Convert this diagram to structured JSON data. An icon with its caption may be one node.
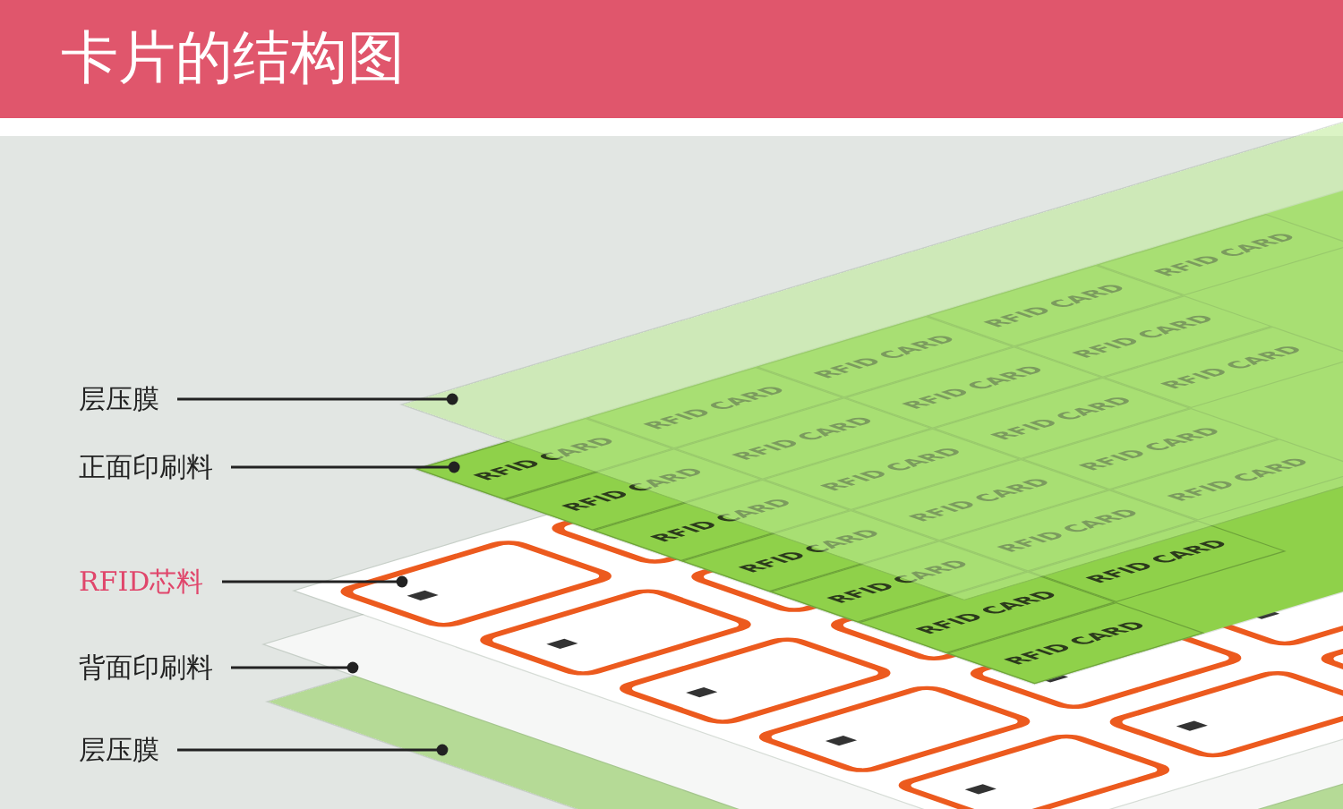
{
  "diagram": {
    "title": "卡片的结构图",
    "nodes": [
      {
        "text": [
          "层压膜"
        ]
      },
      {
        "text": [
          "正面印刷料"
        ]
      },
      {
        "text": [
          "RFID芯料"
        ]
      },
      {
        "text": [
          "背面印刷料"
        ]
      },
      {
        "text": [
          "层压膜"
        ]
      },
      {
        "text": [],
        "shape": "box"
      },
      {
        "text": [],
        "shape": "box"
      },
      {
        "text": [],
        "shape": "box"
      },
      {
        "text": [],
        "shape": "box"
      },
      {
        "text": [],
        "shape": "box"
      }
    ],
    "edges": [
      {
        "from": 0,
        "to": 5,
        "arrow": "other"
      },
      {
        "from": 1,
        "to": 6,
        "arrow": "other"
      },
      {
        "from": 2,
        "to": 7,
        "arrow": "other"
      },
      {
        "from": 3,
        "to": 8,
        "arrow": "other"
      },
      {
        "from": 4,
        "to": 9,
        "arrow": "other"
      }
    ],
    "labels": [
      "RFID CARD",
      "RFID CARD",
      "RFID CARD",
      "RFID CARD",
      "RFID CARD",
      "RFID CARD",
      "RFID CARD",
      "RFID CARD",
      "RFID CARD",
      "RFID CARD",
      "RFID CARD",
      "RFID CARD",
      "RFID CARD",
      "RFID CARD",
      "RFID CARD",
      "RFID CARD",
      "RFID CARD",
      "RFID CARD",
      "RFID CARD",
      "RFID CARD",
      "RFID CARD",
      "RFID CARD"
    ]
  }
}
